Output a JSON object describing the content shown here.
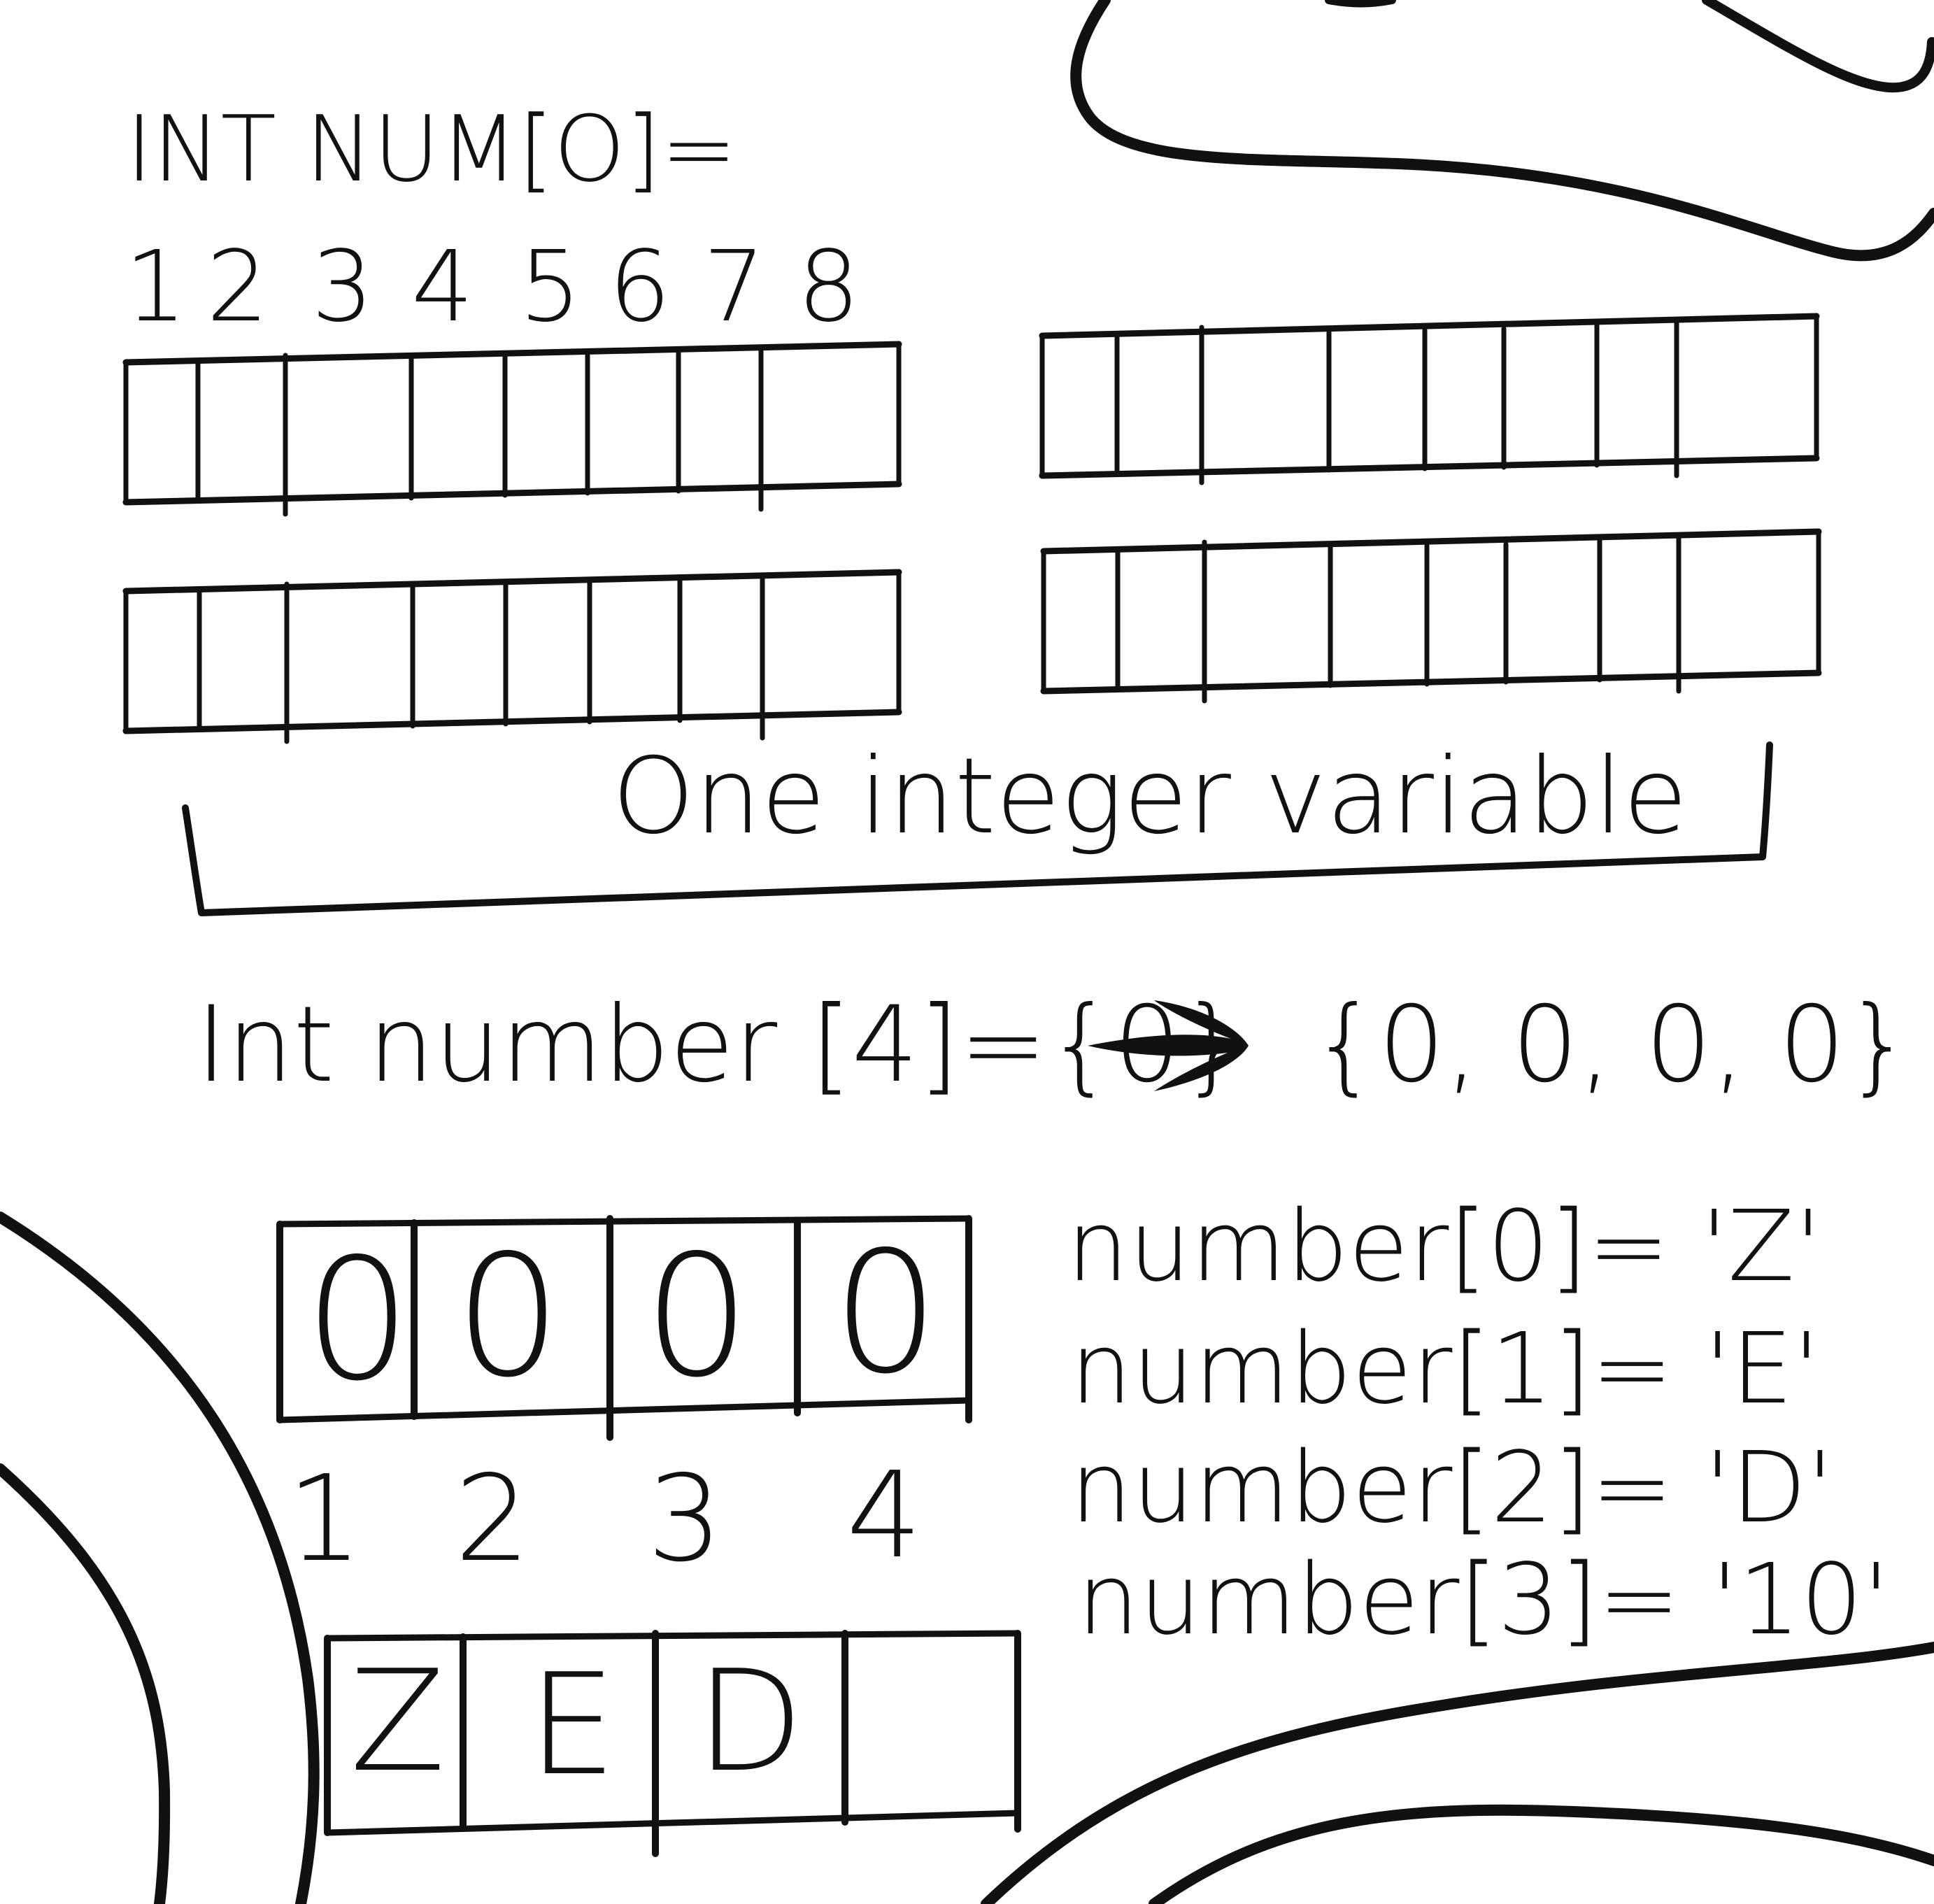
{
  "header": {
    "declaration": "INT NUM[O]="
  },
  "top_index_labels": [
    "1",
    "2",
    "3",
    "4",
    "5",
    "6",
    "7",
    "8"
  ],
  "bracket_caption": "One integer variable",
  "init_statement": {
    "left": "Int number [4]={0}",
    "right": "{0, 0, 0, 0}"
  },
  "zero_array": {
    "cells": [
      "0",
      "0",
      "0",
      "0"
    ],
    "indices": [
      "1",
      "2",
      "3",
      "4"
    ]
  },
  "char_array": {
    "cells": [
      "Z",
      "E",
      "D",
      ""
    ]
  },
  "assignments": [
    "number[0]= 'Z'",
    "number[1]= 'E'",
    "number[2]= 'D'",
    "number[3]= '10'"
  ]
}
